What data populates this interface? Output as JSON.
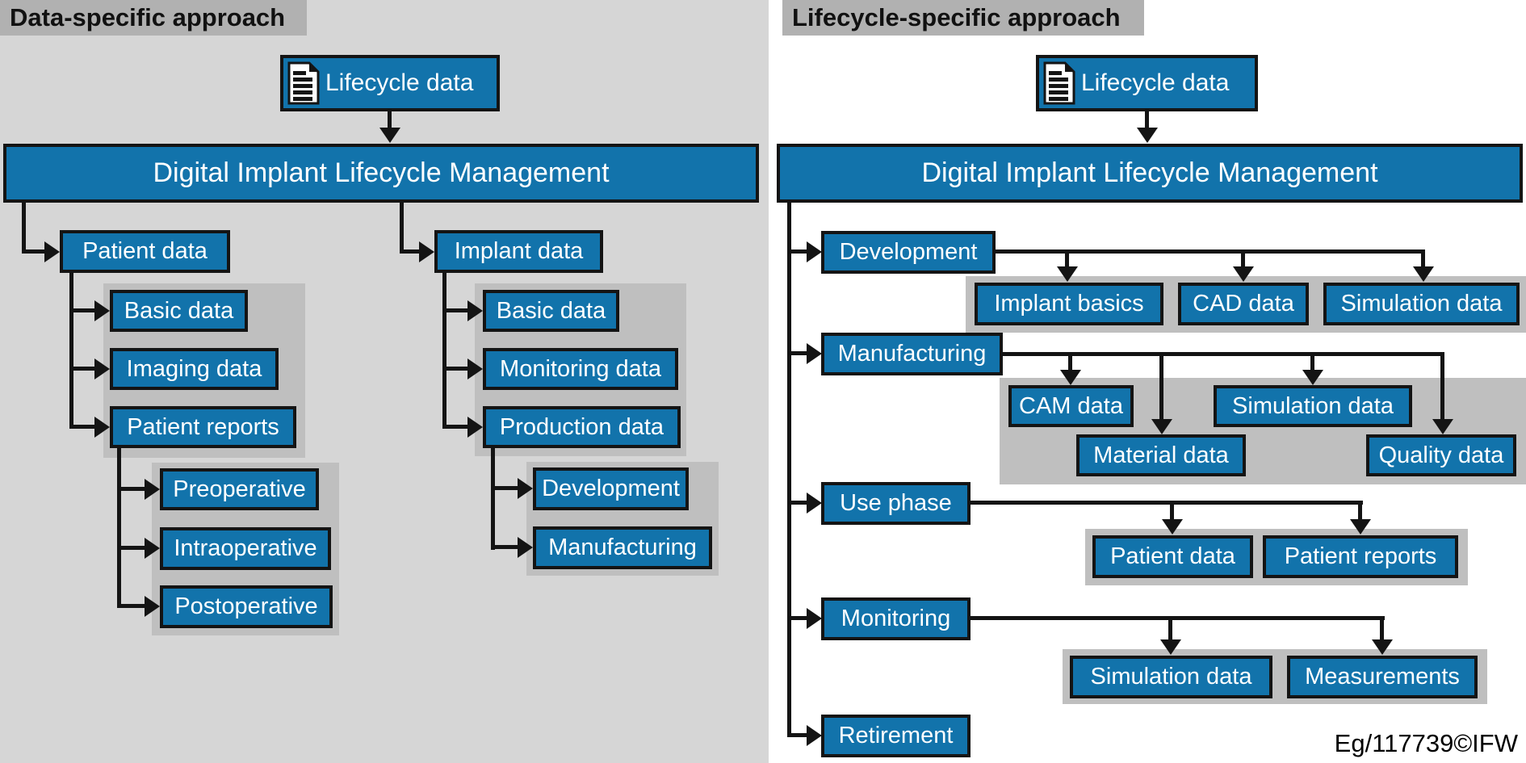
{
  "colors": {
    "node_blue": "#1273ab",
    "panel_gray": "#bfbfbf",
    "left_bg": "#d6d6d6",
    "right_bg": "#ffffff",
    "header_bg": "#b1b1b1",
    "line_black": "#141414"
  },
  "credit": "Eg/117739©IFW",
  "icons": {
    "root_icon": "document-icon"
  },
  "left": {
    "header": "Data-specific approach",
    "root_label": "Lifecycle data",
    "bar_label": "Digital Implant Lifecycle Management",
    "patient": {
      "label": "Patient data",
      "children": [
        "Basic data",
        "Imaging data",
        "Patient reports"
      ],
      "reports_children": [
        "Preoperative",
        "Intraoperative",
        "Postoperative"
      ]
    },
    "implant": {
      "label": "Implant data",
      "children": [
        "Basic data",
        "Monitoring data",
        "Production data"
      ],
      "production_children": [
        "Development",
        "Manufacturing"
      ]
    }
  },
  "right": {
    "header": "Lifecycle-specific approach",
    "root_label": "Lifecycle data",
    "bar_label": "Digital Implant Lifecycle Management",
    "phases": [
      {
        "label": "Development",
        "children": [
          "Implant basics",
          "CAD data",
          "Simulation data"
        ]
      },
      {
        "label": "Manufacturing",
        "children": [
          "CAM data",
          "Material data",
          "Simulation data",
          "Quality data"
        ]
      },
      {
        "label": "Use phase",
        "children": [
          "Patient data",
          "Patient reports"
        ]
      },
      {
        "label": "Monitoring",
        "children": [
          "Simulation data",
          "Measurements"
        ]
      },
      {
        "label": "Retirement",
        "children": []
      }
    ]
  }
}
